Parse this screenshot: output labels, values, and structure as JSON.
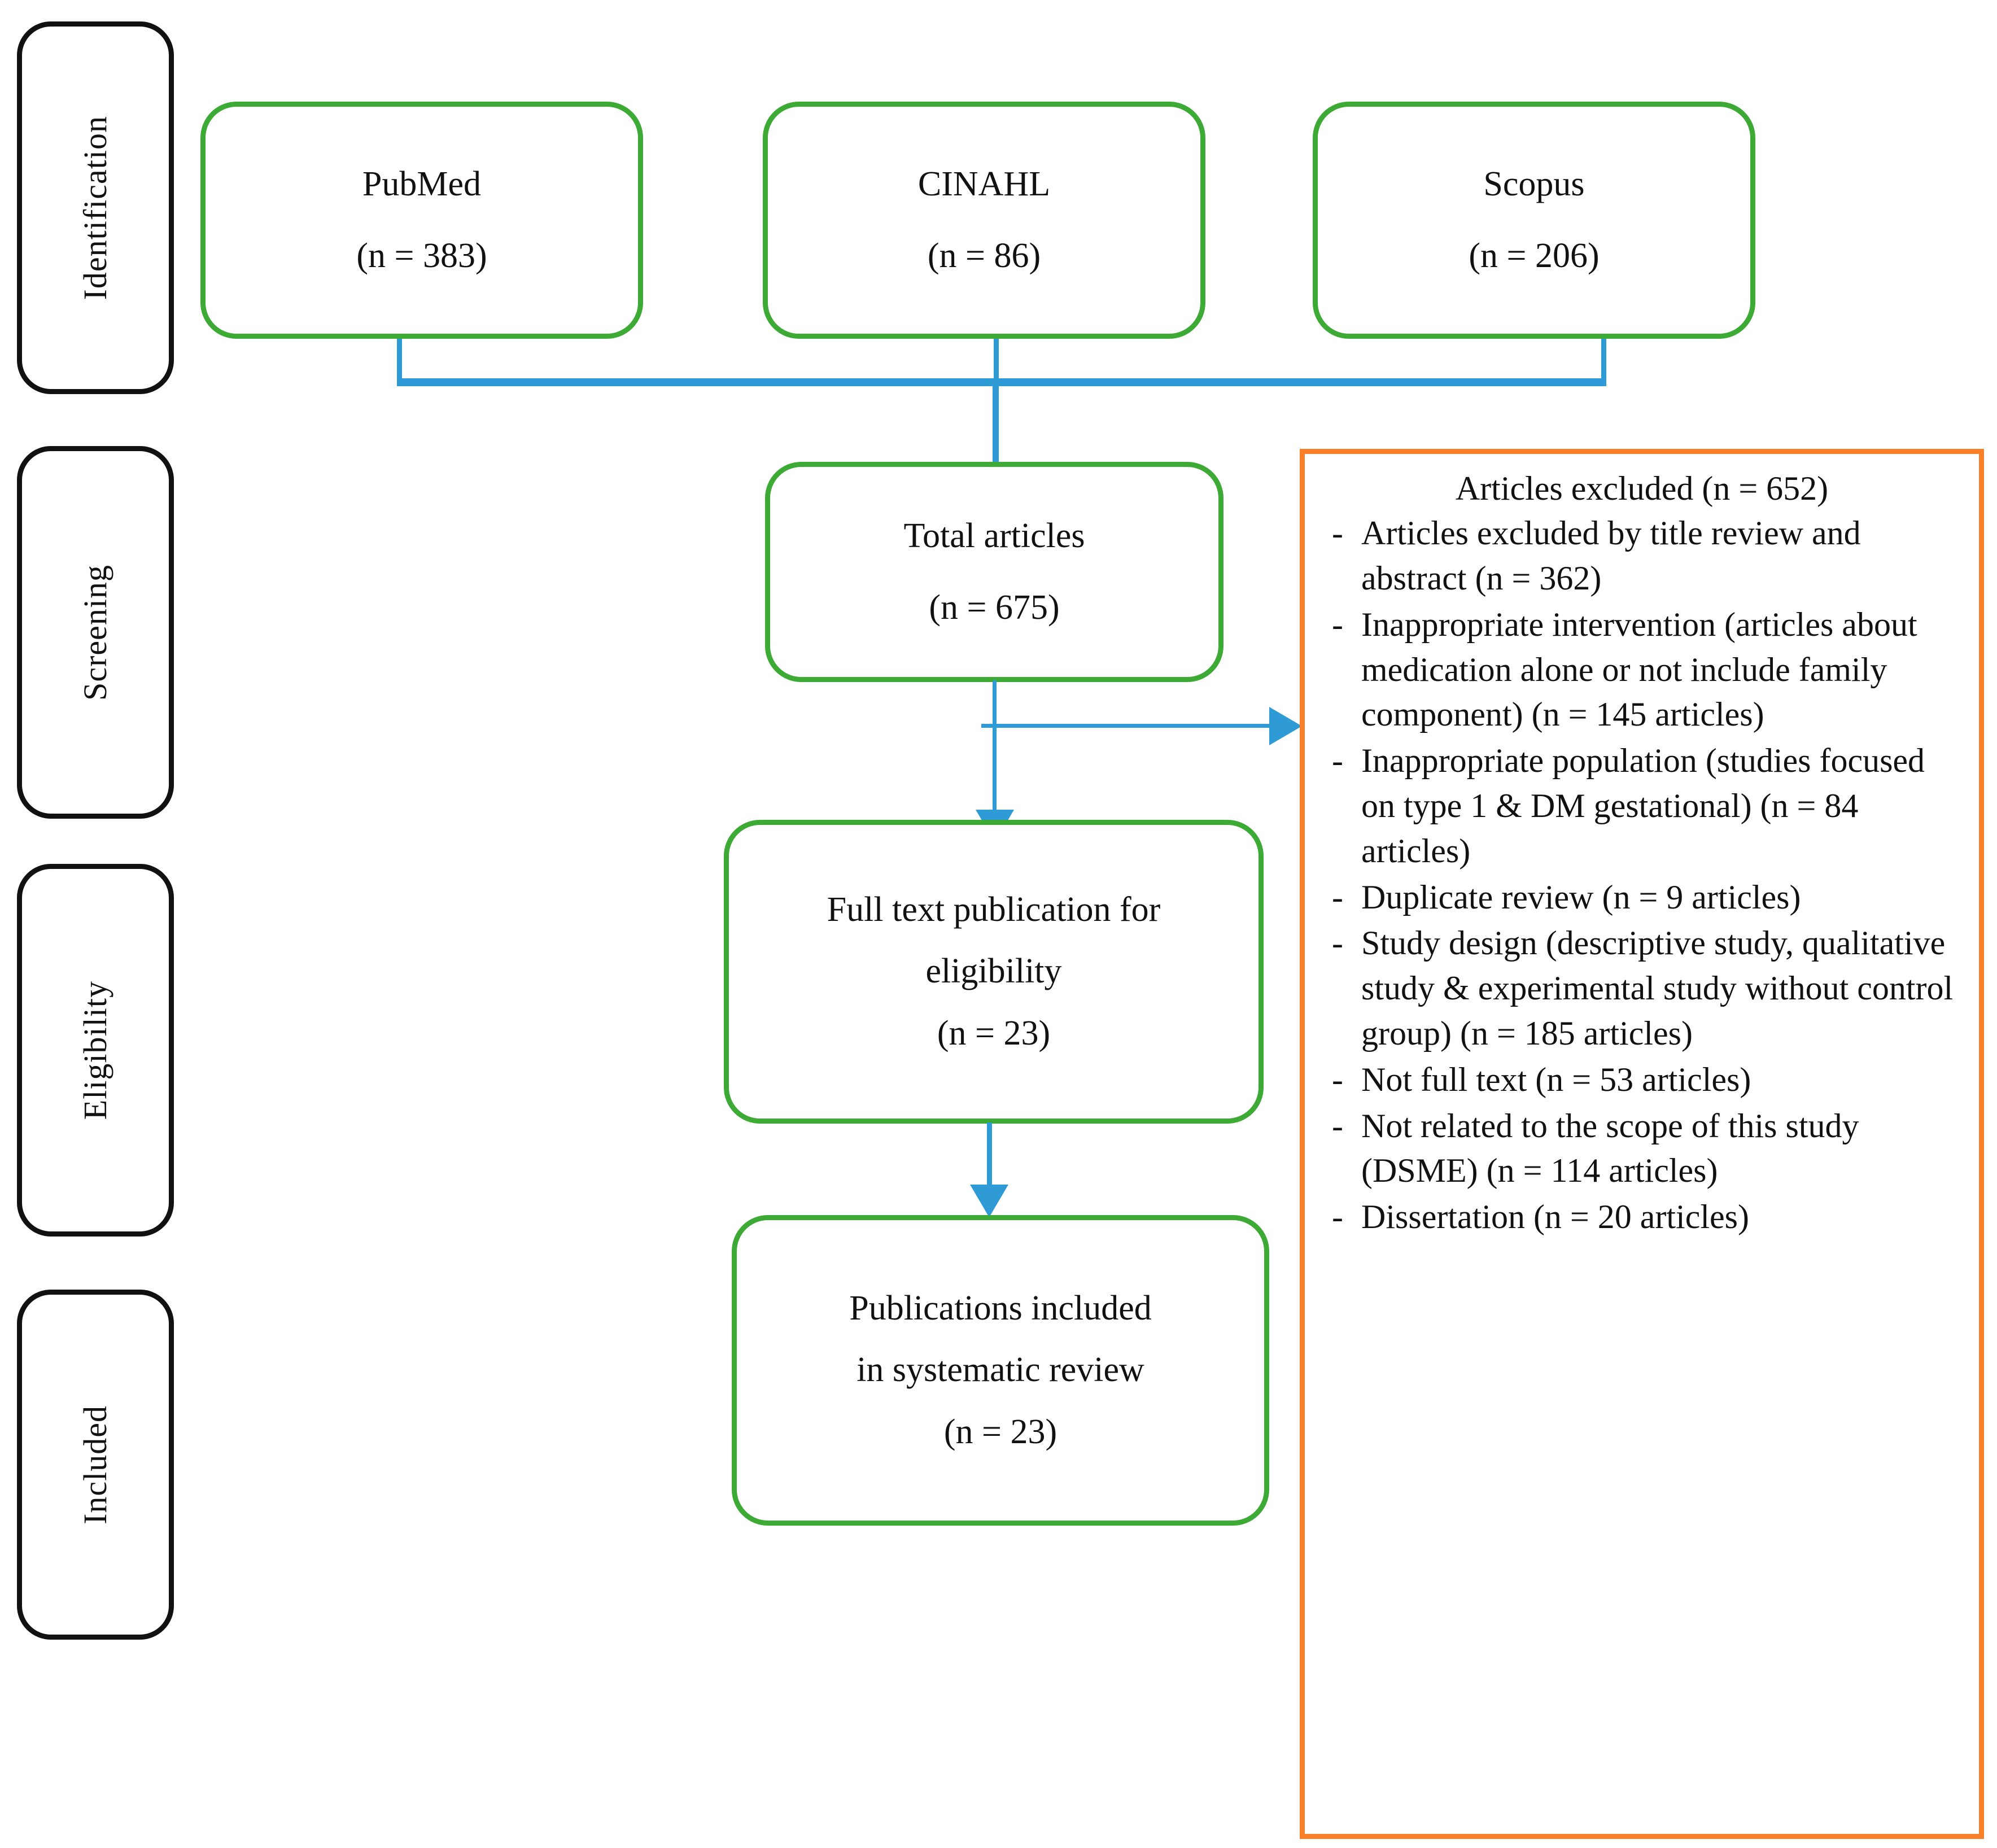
{
  "diagram": {
    "title": "PRISMA flow diagram",
    "colors": {
      "stage_border": "#111111",
      "flow_border": "#3CAA35",
      "exclusion_border": "#F97F28",
      "connector": "#2E9BD6",
      "text": "#111111",
      "background": "#FFFFFF"
    }
  },
  "stages": [
    {
      "id": "identification",
      "label": "Identification"
    },
    {
      "id": "screening",
      "label": "Screening"
    },
    {
      "id": "eligibility",
      "label": "Eligibility"
    },
    {
      "id": "included",
      "label": "Included"
    }
  ],
  "sources": [
    {
      "id": "pubmed",
      "name": "PubMed",
      "count": "(n = 383)"
    },
    {
      "id": "cinahl",
      "name": "CINAHL",
      "count": "(n = 86)"
    },
    {
      "id": "scopus",
      "name": "Scopus",
      "count": "(n = 206)"
    }
  ],
  "flow": {
    "total": {
      "name": "Total articles",
      "count": "(n = 675)"
    },
    "fulltext": {
      "line1": "Full text publication for",
      "line2": "eligibility",
      "count": "(n = 23)"
    },
    "included": {
      "line1": "Publications included",
      "line2": "in systematic review",
      "count": "(n = 23)"
    }
  },
  "exclusion": {
    "heading": "Articles excluded (n = 652)",
    "items": [
      "Articles excluded by title review and abstract (n = 362)",
      "Inappropriate intervention (articles about medication alone or not include family component) (n = 145 articles)",
      "Inappropriate population (studies focused on type 1 & DM gestational) (n = 84 articles)",
      "Duplicate review (n = 9 articles)",
      "Study design (descriptive study, qualitative study & experimental study without control group) (n = 185 articles)",
      "Not full text (n = 53 articles)",
      "Not related to the scope of this study (DSME) (n = 114 articles)",
      "Dissertation (n = 20 articles)"
    ]
  },
  "chart_data": {
    "type": "diagram",
    "title": "PRISMA systematic review flow diagram",
    "nodes": [
      {
        "stage": "Identification",
        "label": "PubMed",
        "n": 383
      },
      {
        "stage": "Identification",
        "label": "CINAHL",
        "n": 86
      },
      {
        "stage": "Identification",
        "label": "Scopus",
        "n": 206
      },
      {
        "stage": "Screening",
        "label": "Total articles",
        "n": 675
      },
      {
        "stage": "Eligibility",
        "label": "Full text publication for eligibility",
        "n": 23
      },
      {
        "stage": "Included",
        "label": "Publications included in systematic review",
        "n": 23
      },
      {
        "stage": "Screening",
        "label": "Articles excluded",
        "n": 652
      }
    ],
    "exclusion_breakdown": [
      {
        "reason": "Articles excluded by title review and abstract",
        "n": 362
      },
      {
        "reason": "Inappropriate intervention (articles about medication alone or not include family component)",
        "n": 145
      },
      {
        "reason": "Inappropriate population (studies focused on type 1 & DM gestational)",
        "n": 84
      },
      {
        "reason": "Duplicate review",
        "n": 9
      },
      {
        "reason": "Study design (descriptive study, qualitative study & experimental study without control group)",
        "n": 185
      },
      {
        "reason": "Not full text",
        "n": 53
      },
      {
        "reason": "Not related to the scope of this study (DSME)",
        "n": 114
      },
      {
        "reason": "Dissertation",
        "n": 20
      }
    ]
  }
}
